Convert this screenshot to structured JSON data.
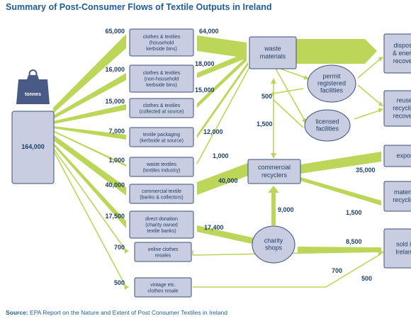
{
  "title": "Summary of Post-Consumer Flows of Textile Outputs in Ireland",
  "source": {
    "label": "Source:",
    "text": "EPA Report on the Nature and Extent of Post Consumer Textiles in Ireland"
  },
  "colors": {
    "flow": "#bcd65a",
    "box_fill": "#c9cde2",
    "box_stroke": "#3a4f7a",
    "text": "#1f3f66",
    "title": "#1f5c99"
  },
  "total": {
    "unit": "tonnes",
    "value": "164,000"
  },
  "sources": [
    {
      "id": "household",
      "lines": [
        "clothes & textiles",
        "(household",
        "kerbside bins)"
      ],
      "value": "65,000"
    },
    {
      "id": "nonhousehold",
      "lines": [
        "clothes & textiles",
        "(non-household",
        "kerbside bins)"
      ],
      "value": "16,000"
    },
    {
      "id": "collected",
      "lines": [
        "clothes & textiles",
        "(collected at source)"
      ],
      "value": "15,000"
    },
    {
      "id": "packaging",
      "lines": [
        "textile packaging",
        "(kerbside at source)"
      ],
      "value": "7,000"
    },
    {
      "id": "industry",
      "lines": [
        "waste textiles",
        "(textiles industry)"
      ],
      "value": "1,000"
    },
    {
      "id": "commercial",
      "lines": [
        "commercial textile",
        "(banks & collectors)"
      ],
      "value": "40,000"
    },
    {
      "id": "donation",
      "lines": [
        "direct donation",
        "(charity owned",
        "textile banks)"
      ],
      "value": "17,500"
    },
    {
      "id": "online",
      "lines": [
        "online clothes",
        "resales"
      ],
      "value": "700"
    },
    {
      "id": "vintage",
      "lines": [
        "vintage etc.",
        "clothes resale"
      ],
      "value": "500"
    }
  ],
  "middle": {
    "waste_materials": [
      "waste",
      "materials"
    ],
    "commercial_recyclers": [
      "commercial",
      "recyclers"
    ],
    "charity_shops": [
      "charity",
      "shops"
    ],
    "permit_facilities": [
      "permit",
      "registered",
      "facilities"
    ],
    "licensed_facilities": [
      "licensed",
      "facilities"
    ]
  },
  "outputs": {
    "disposal": [
      "disposal",
      "& energy",
      "recovery"
    ],
    "reuse": [
      "reuse/",
      "recycling",
      "recovery"
    ],
    "export": [
      "export"
    ],
    "material": [
      "material",
      "recycling"
    ],
    "sold": [
      "sold in",
      "Ireland"
    ]
  },
  "flow_values": {
    "to_waste_64000": "64,000",
    "from_nonhousehold_18000": "18,000",
    "from_collected_15000": "15,000",
    "from_packaging_12000": "12,000",
    "from_industry_1000": "1,000",
    "to_recyclers_40000": "40,000",
    "to_charity_17400": "17,400",
    "permit_500": "500",
    "licensed_1500": "1,500",
    "charity_to_recyclers_9000": "9,000",
    "export_35000": "35,000",
    "material_1500": "1,500",
    "sold_8500": "8,500",
    "online_700": "700",
    "vintage_500": "500"
  }
}
